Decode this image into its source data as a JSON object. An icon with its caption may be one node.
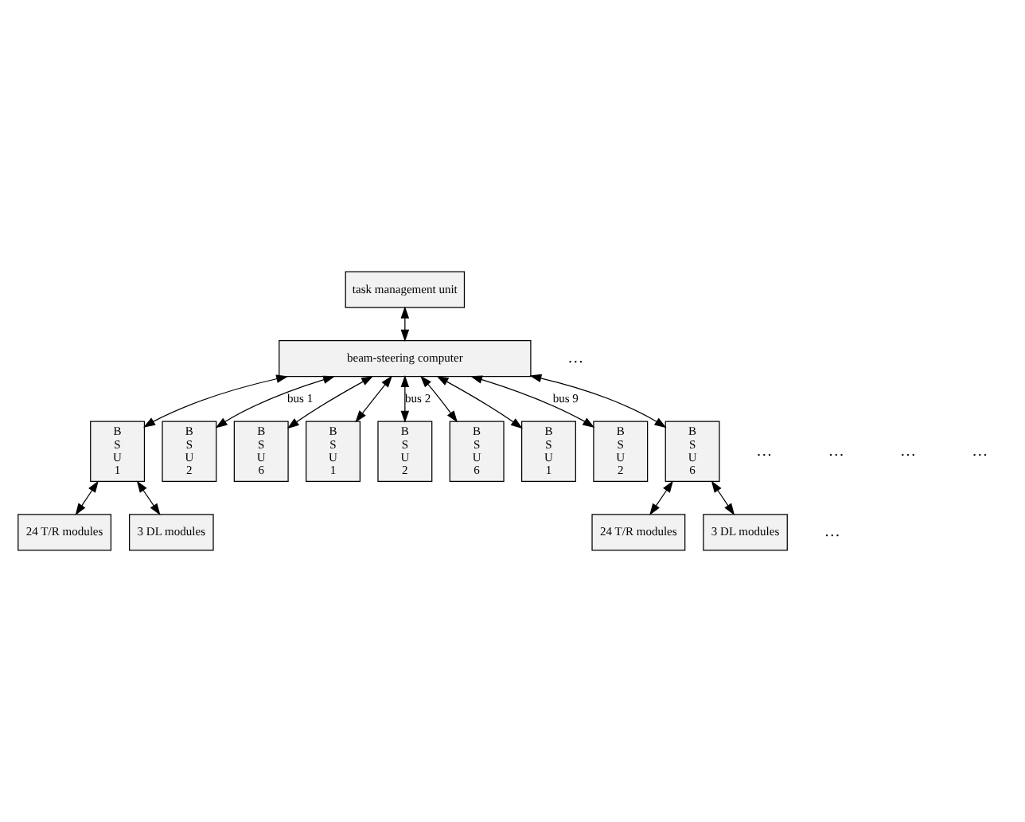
{
  "diagram": {
    "nodes": [
      {
        "text": [
          "task management unit"
        ]
      },
      {
        "text": [
          "beam-steering computer"
        ]
      },
      {
        "text": [
          "B S U 1"
        ]
      },
      {
        "text": [
          "B S U 2"
        ]
      },
      {
        "text": [
          "B S U 6"
        ]
      },
      {
        "text": [
          "B S U 1"
        ]
      },
      {
        "text": [
          "B S U 2"
        ]
      },
      {
        "text": [
          "B S U 6"
        ]
      },
      {
        "text": [
          "B S U 1"
        ]
      },
      {
        "text": [
          "B S U 2"
        ]
      },
      {
        "text": [
          "B S U 6"
        ]
      },
      {
        "text": [
          "24 T/R modules"
        ]
      },
      {
        "text": [
          "3 DL modules"
        ]
      },
      {
        "text": [
          "24 T/R modules"
        ]
      },
      {
        "text": [
          "3 DL modules"
        ]
      }
    ],
    "edges": [
      {
        "from": 0,
        "to": 1,
        "arrow": "both"
      },
      {
        "from": 1,
        "to": 2,
        "arrow": "both"
      },
      {
        "from": 1,
        "to": 3,
        "arrow": "both",
        "label": "bus 1"
      },
      {
        "from": 1,
        "to": 4,
        "arrow": "both"
      },
      {
        "from": 1,
        "to": 5,
        "arrow": "both"
      },
      {
        "from": 1,
        "to": 6,
        "arrow": "both",
        "label": "bus 2"
      },
      {
        "from": 1,
        "to": 7,
        "arrow": "both"
      },
      {
        "from": 1,
        "to": 8,
        "arrow": "both"
      },
      {
        "from": 1,
        "to": 9,
        "arrow": "both",
        "label": "bus 9"
      },
      {
        "from": 1,
        "to": 10,
        "arrow": "both"
      },
      {
        "from": 2,
        "to": 11,
        "arrow": "both"
      },
      {
        "from": 2,
        "to": 12,
        "arrow": "both"
      },
      {
        "from": 10,
        "to": 13,
        "arrow": "both"
      },
      {
        "from": 10,
        "to": 14,
        "arrow": "both"
      }
    ],
    "labels": [
      "…",
      "…",
      "…",
      "…",
      "…",
      "…"
    ]
  }
}
